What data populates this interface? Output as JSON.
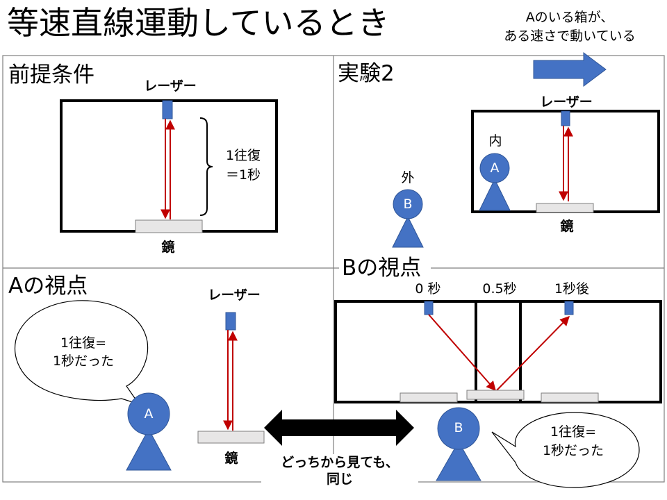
{
  "slide": {
    "title": "等速直線運動しているとき",
    "top_note_line1": "Aのいる箱が、",
    "top_note_line2": "ある速さで動いている"
  },
  "panels": {
    "premise": {
      "heading": "前提条件",
      "laser_label": "レーザー",
      "mirror_label": "鏡",
      "round_trip_line1": "1往復",
      "round_trip_line2": "＝1秒"
    },
    "experiment2": {
      "heading": "実験2",
      "laser_label": "レーザー",
      "mirror_label": "鏡",
      "inside_label": "内",
      "outside_label": "外",
      "person_a": "A",
      "person_b": "B"
    },
    "a_view": {
      "heading": "Aの視点",
      "laser_label": "レーザー",
      "mirror_label": "鏡",
      "bubble_line1": "1往復=",
      "bubble_line2": "1秒だった",
      "person": "A"
    },
    "b_view": {
      "heading": "Bの視点",
      "time_0": "0 秒",
      "time_half": "0.5秒",
      "time_1": "1秒後",
      "bubble_line1": "1往復=",
      "bubble_line2": "1秒だった",
      "person": "B"
    }
  },
  "bottom_caption_line1": "どっちから見ても、",
  "bottom_caption_line2": "同じ",
  "colors": {
    "person_blue": "#4472C4",
    "person_outline": "#2F5597",
    "laser_red": "#C00000",
    "mirror_gray": "#E7E6E6",
    "frame_black": "#000000",
    "divider_gray": "#7F7F7F"
  }
}
